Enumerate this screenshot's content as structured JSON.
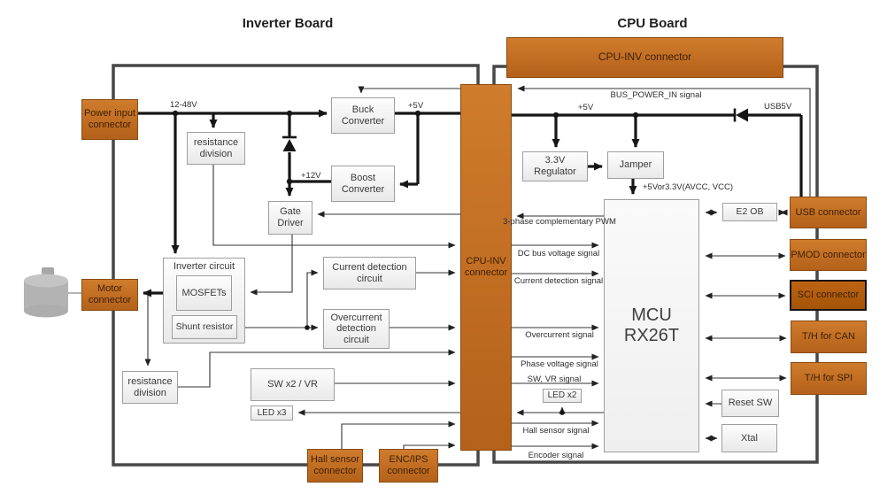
{
  "titles": {
    "inverter_board": "Inverter Board",
    "cpu_board": "CPU Board"
  },
  "connectors": {
    "power_input": "Power input connector",
    "motor": "Motor connector",
    "cpu_inv_vertical": "CPU-INV connector",
    "cpu_inv_horizontal": "CPU-INV connector",
    "hall_sensor": "Hall sensor connector",
    "enc_ips": "ENC/IPS connector",
    "usb": "USB connector",
    "pmod": "PMOD connector",
    "sci": "SCI connector",
    "th_can": "T/H for CAN",
    "th_spi": "T/H for SPI"
  },
  "blocks": {
    "resistance_division_1": "resistance division",
    "buck": "Buck Converter",
    "boost": "Boost Converter",
    "gate_driver": "Gate Driver",
    "inverter_circuit": "Inverter circuit",
    "mosfets": "MOSFETs",
    "shunt_resistor": "Shunt resistor",
    "current_detection": "Current detection circuit",
    "overcurrent_detection": "Overcurrent detection circuit",
    "resistance_division_2": "resistance division",
    "sw_vr": "SW x2 / VR",
    "led_x3": "LED x3",
    "regulator_3v3": "3.3V Regulator",
    "jamper": "Jamper",
    "mcu": "MCU\nRX26T",
    "e2_ob": "E2 OB",
    "led_x2": "LED x2",
    "reset_sw": "Reset SW",
    "xtal": "Xtal"
  },
  "power_labels": {
    "v12_48": "12-48V",
    "v5_inverter": "+5V",
    "v12": "+12V",
    "v5_cpu": "+5V",
    "usb5v": "USB5V",
    "bus_power_in": "BUS_POWER_IN signal",
    "avcc": "+5Vor3.3V(AVCC, VCC)"
  },
  "signal_labels": {
    "pwm": "3-phase\ncomplementary PWM",
    "dc_bus": "DC bus voltage signal",
    "current_detection": "Current detection signal",
    "overcurrent": "Overcurrent signal",
    "phase_voltage": "Phase voltage signal",
    "sw_vr": "SW, VR signal",
    "hall": "Hall sensor signal",
    "encoder": "Encoder signal"
  },
  "colors": {
    "connector_orange": "#C06A1E",
    "connector_border": "#8A4A10",
    "sci_border": "#151515",
    "block_fill": "#F2F2F2",
    "block_border": "#9E9E9E",
    "board_outline": "#474747",
    "power_line": "#161616",
    "signal_line": "#333333",
    "motor_gray": "#B3B3B3"
  }
}
